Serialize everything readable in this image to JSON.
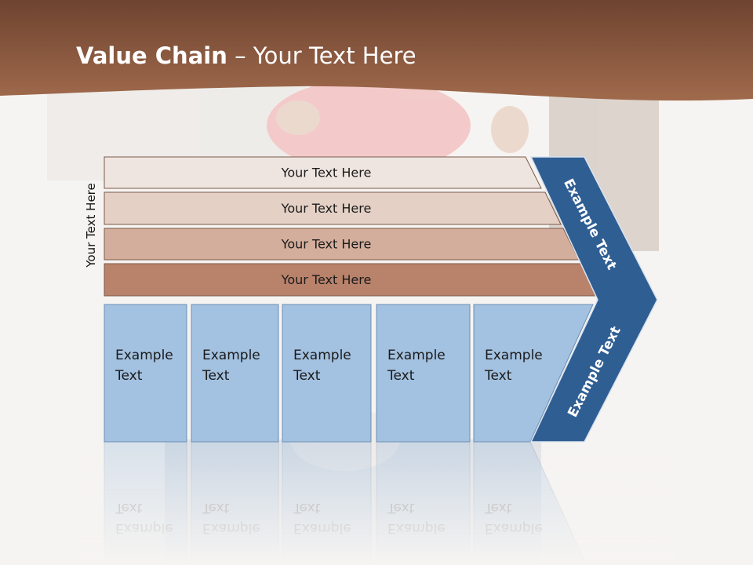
{
  "title": {
    "bold": "Value Chain",
    "rest": " – Your Text Here"
  },
  "side_label": "Your Text Here",
  "support_rows": [
    "Your Text Here",
    "Your Text Here",
    "Your Text Here",
    "Your Text Here"
  ],
  "primary_boxes": [
    [
      "Example",
      "Text"
    ],
    [
      "Example",
      "Text"
    ],
    [
      "Example",
      "Text"
    ],
    [
      "Example",
      "Text"
    ],
    [
      "Example",
      "Text"
    ]
  ],
  "chevron_labels": {
    "upper": "Example Text",
    "lower": "Example Text"
  },
  "colors": {
    "header_brown": "#8f5a3e",
    "row_fills": [
      "#efe5e0",
      "#e4d0c5",
      "#d4ae9c",
      "#b9826b"
    ],
    "box_fill": "#a3c1e0",
    "chevron_fill": "#2f5e93"
  }
}
